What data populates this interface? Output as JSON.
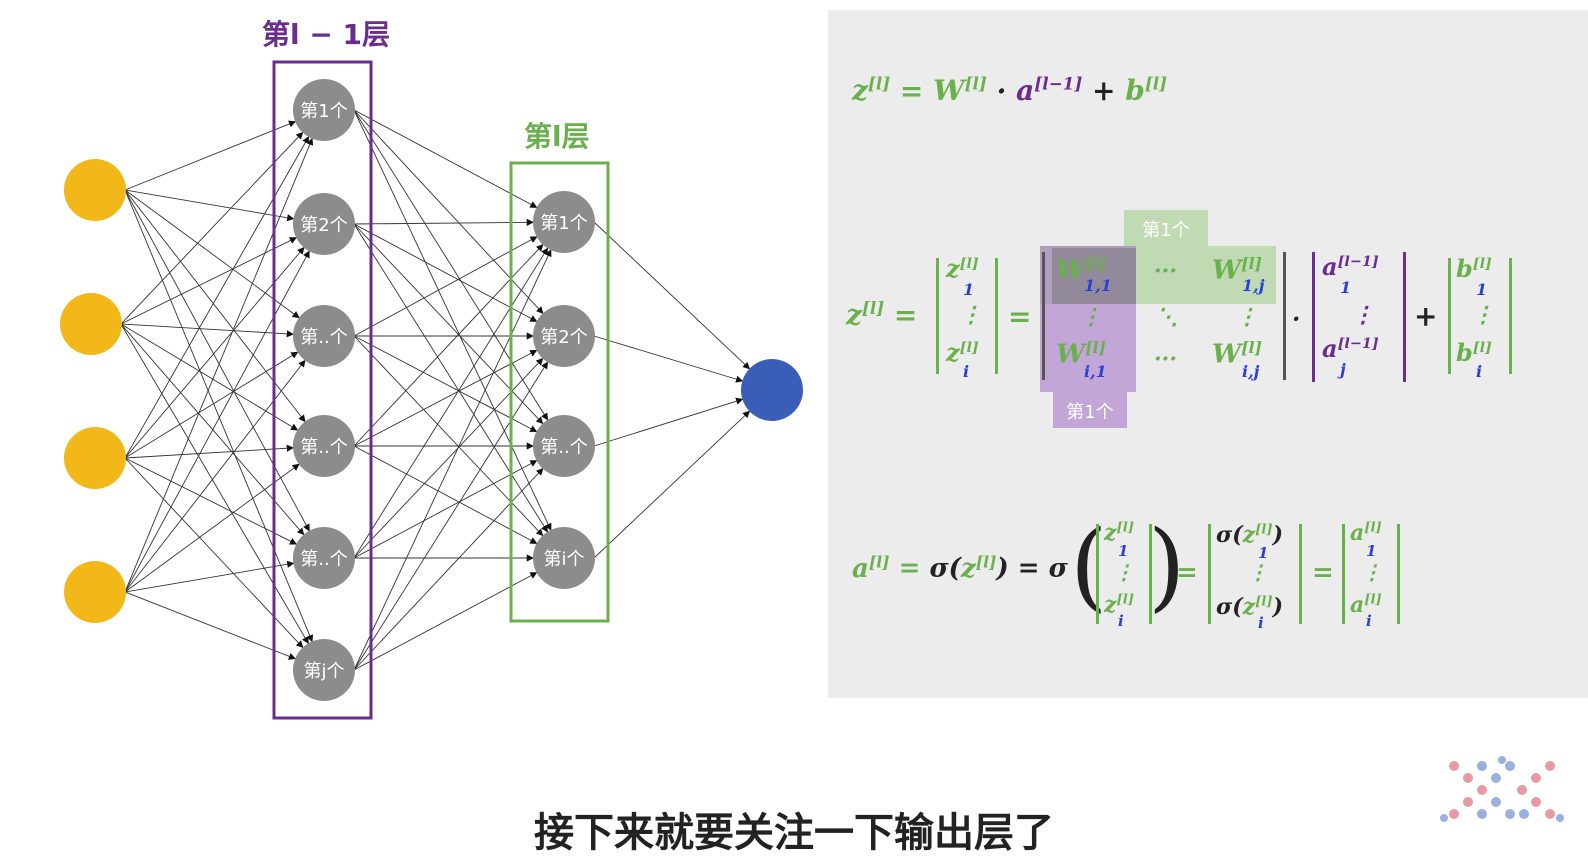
{
  "colors": {
    "input_node": "#f2b81a",
    "hidden_node": "#8c8c8c",
    "output_node": "#3a5db8",
    "layer_l_minus_1": "#6a2c8e",
    "layer_l": "#6ab04c",
    "index_blue": "#2a3fd6"
  },
  "network": {
    "layer_prev_title": "第l − 1层",
    "layer_curr_title": "第l层",
    "prev_nodes": [
      "第1个",
      "第2个",
      "第..个",
      "第..个",
      "第..个",
      "第j个"
    ],
    "curr_nodes": [
      "第1个",
      "第2个",
      "第..个",
      "第i个"
    ]
  },
  "formula": {
    "eq1": "z[l] = W[l] · a[l−1] + b[l]",
    "row_tag": "第1个",
    "col_tag": "第1个",
    "eq3": "a[l] = σ(z[l]) = σ(z) = σ(z) = a"
  },
  "caption": "接下来就要关注一下输出层了",
  "logo": "dot-x-logo"
}
